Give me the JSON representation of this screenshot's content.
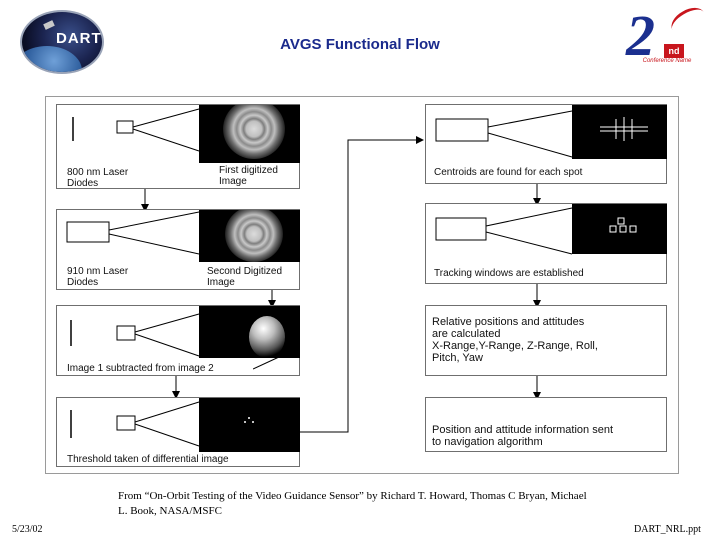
{
  "header": {
    "title": "AVGS Functional Flow",
    "logo_left_text": "DART",
    "logo_right_numeral": "2",
    "logo_right_badge": "nd",
    "logo_right_subtitle": "Conference Name"
  },
  "flow": {
    "left_steps": [
      {
        "caption_left": "800 nm Laser\nDiodes",
        "caption_right": "First digitized\nImage"
      },
      {
        "caption_left": "910 nm Laser\nDiodes",
        "caption_right": "Second Digitized\nImage"
      },
      {
        "caption_left": "Image 1 subtracted from image 2"
      },
      {
        "caption_left": "Threshold taken of differential image"
      }
    ],
    "right_steps": [
      {
        "caption": "Centroids are found for each spot"
      },
      {
        "caption": "Tracking windows are established"
      },
      {
        "caption": "Relative positions and attitudes\nare calculated\nX-Range,Y-Range, Z-Range, Roll,\nPitch, Yaw"
      },
      {
        "caption": "Position and attitude information sent\nto navigation algorithm"
      }
    ]
  },
  "footer": {
    "credit": "From “On-Orbit Testing of the Video Guidance Sensor” by Richard T. Howard, Thomas C Bryan, Michael L. Book, NASA/MSFC",
    "date": "5/23/02",
    "file": "DART_NRL.ppt"
  },
  "colors": {
    "title": "#1a2a8c",
    "accent_red": "#c8161d",
    "frame": "#9a9a9a"
  }
}
